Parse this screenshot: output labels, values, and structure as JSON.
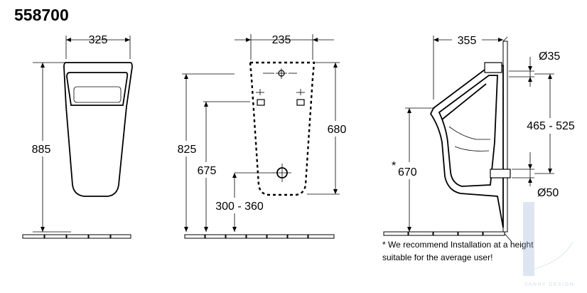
{
  "product_code": "558700",
  "front_view": {
    "width": "325",
    "height": "885"
  },
  "back_view": {
    "width": "235",
    "total_height": "825",
    "body_height": "680",
    "inlet_height": "675",
    "outlet_height_range": "300 - 360"
  },
  "side_view": {
    "depth": "355",
    "inlet_diameter": "Ø35",
    "pipe_spacing_range": "465 - 525",
    "rim_height": "670",
    "rim_height_marker": "*",
    "outlet_diameter": "Ø50"
  },
  "note": {
    "line1": "* We recommend Installation at a height",
    "line2": "suitable  for the average user!"
  },
  "watermark": "VANNY DESIGN"
}
